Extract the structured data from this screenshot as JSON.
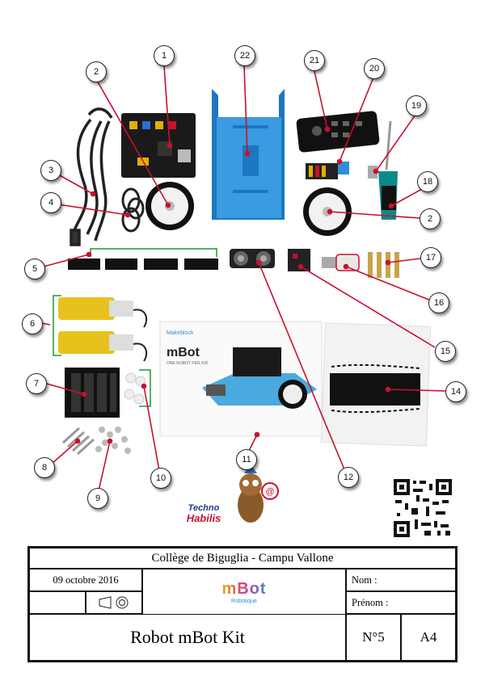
{
  "callouts": [
    "1",
    "2",
    "3",
    "4",
    "5",
    "6",
    "7",
    "8",
    "9",
    "10",
    "11",
    "12",
    "14",
    "15",
    "16",
    "17",
    "18",
    "19",
    "20",
    "21",
    "22",
    "2"
  ],
  "box_print": {
    "brand": "Makeblock",
    "product": "mBot",
    "tagline": "ONE ROBOT PER KID"
  },
  "logo": {
    "line1": "Techno",
    "line2": "Habilis"
  },
  "cartouche": {
    "school": "Collège de Biguglia - Campu Vallone",
    "date": "09 octobre 2016",
    "name_label": "Nom :",
    "firstname_label": "Prénom :",
    "title": "Robot mBot Kit",
    "number": "N°5",
    "format": "A4",
    "mbot_logo": "mBot",
    "mbot_logo_sub": "Robotique"
  },
  "colors": {
    "callout_line": "#c8102e",
    "bracket": "#1f9a2a",
    "frame_blue": "#2e8fd6",
    "wheel": "#111111"
  }
}
